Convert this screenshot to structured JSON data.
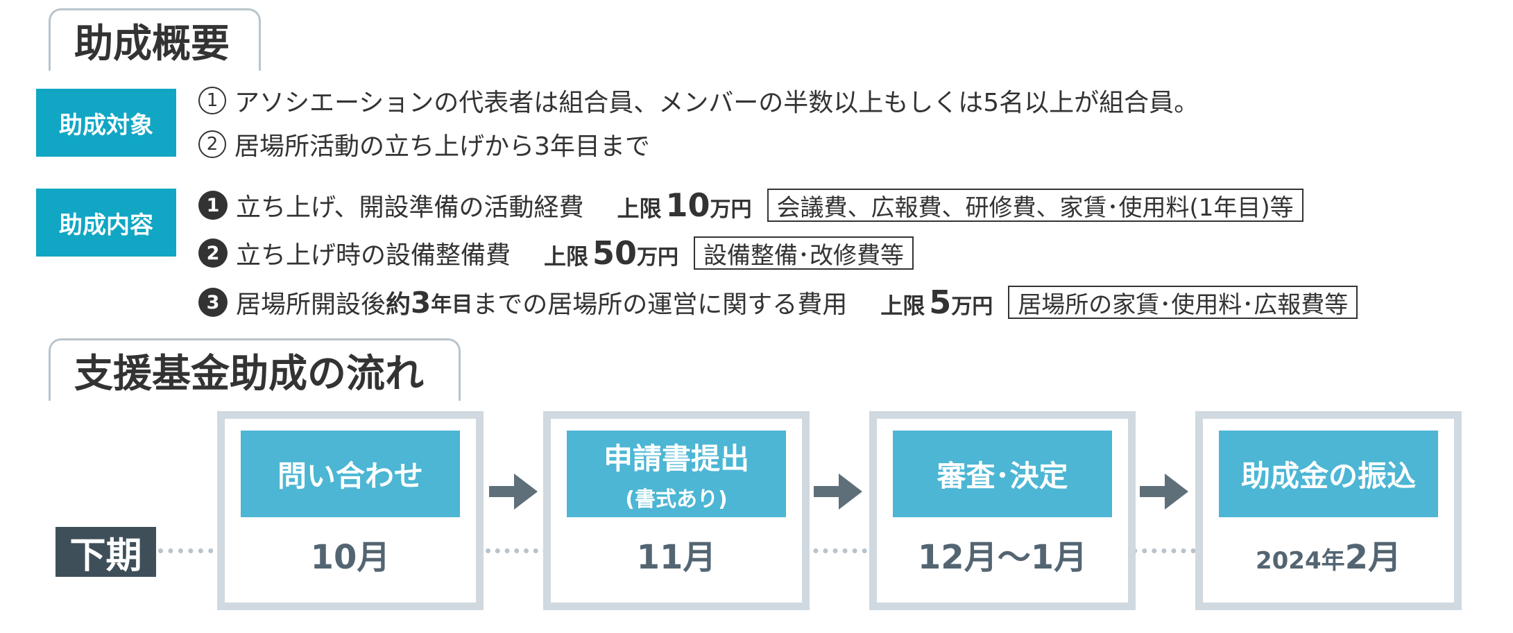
{
  "overview": {
    "heading": "助成概要",
    "target": {
      "label": "助成対象",
      "items": [
        {
          "num": "1",
          "text": "アソシエーションの代表者は組合員、メンバーの半数以上もしくは5名以上が組合員。"
        },
        {
          "num": "2",
          "text": "居場所活動の立ち上げから3年目まで"
        }
      ]
    },
    "content": {
      "label": "助成内容",
      "items": [
        {
          "num": "1",
          "text": "立ち上げ、開設準備の活動経費",
          "limit_prefix": "上限",
          "limit_amount": "10",
          "limit_unit": "万円",
          "note": "会議費、広報費、研修費、家賃･使用料(1年目)等"
        },
        {
          "num": "2",
          "text": "立ち上げ時の設備整備費",
          "limit_prefix": "上限",
          "limit_amount": "50",
          "limit_unit": "万円",
          "note": "設備整備･改修費等"
        },
        {
          "num": "3",
          "text_a": "居場所開設後",
          "text_b": "約",
          "text_c": "3",
          "text_d": "年目",
          "text_e": "までの居場所の運営に関する費用",
          "limit_prefix": "上限",
          "limit_amount": "5",
          "limit_unit": "万円",
          "note": "居場所の家賃･使用料･広報費等"
        }
      ]
    }
  },
  "flow": {
    "heading": "支援基金助成の流れ",
    "period_label": "下期",
    "steps": [
      {
        "title": "問い合わせ",
        "subtitle": "",
        "date": "10月",
        "date_prefix": ""
      },
      {
        "title": "申請書提出",
        "subtitle": "(書式あり)",
        "date": "11月",
        "date_prefix": ""
      },
      {
        "title": "審査･決定",
        "subtitle": "",
        "date": "12月～1月",
        "date_prefix": ""
      },
      {
        "title": "助成金の振込",
        "subtitle": "",
        "date": "2月",
        "date_prefix": "2024年"
      }
    ],
    "arrow_icon": "right-arrow-icon",
    "colors": {
      "box_border": "#d0d9e0",
      "step_fill": "#4cb6d4",
      "label_fill": "#11a6c4",
      "period_fill": "#3e4f5a"
    }
  }
}
